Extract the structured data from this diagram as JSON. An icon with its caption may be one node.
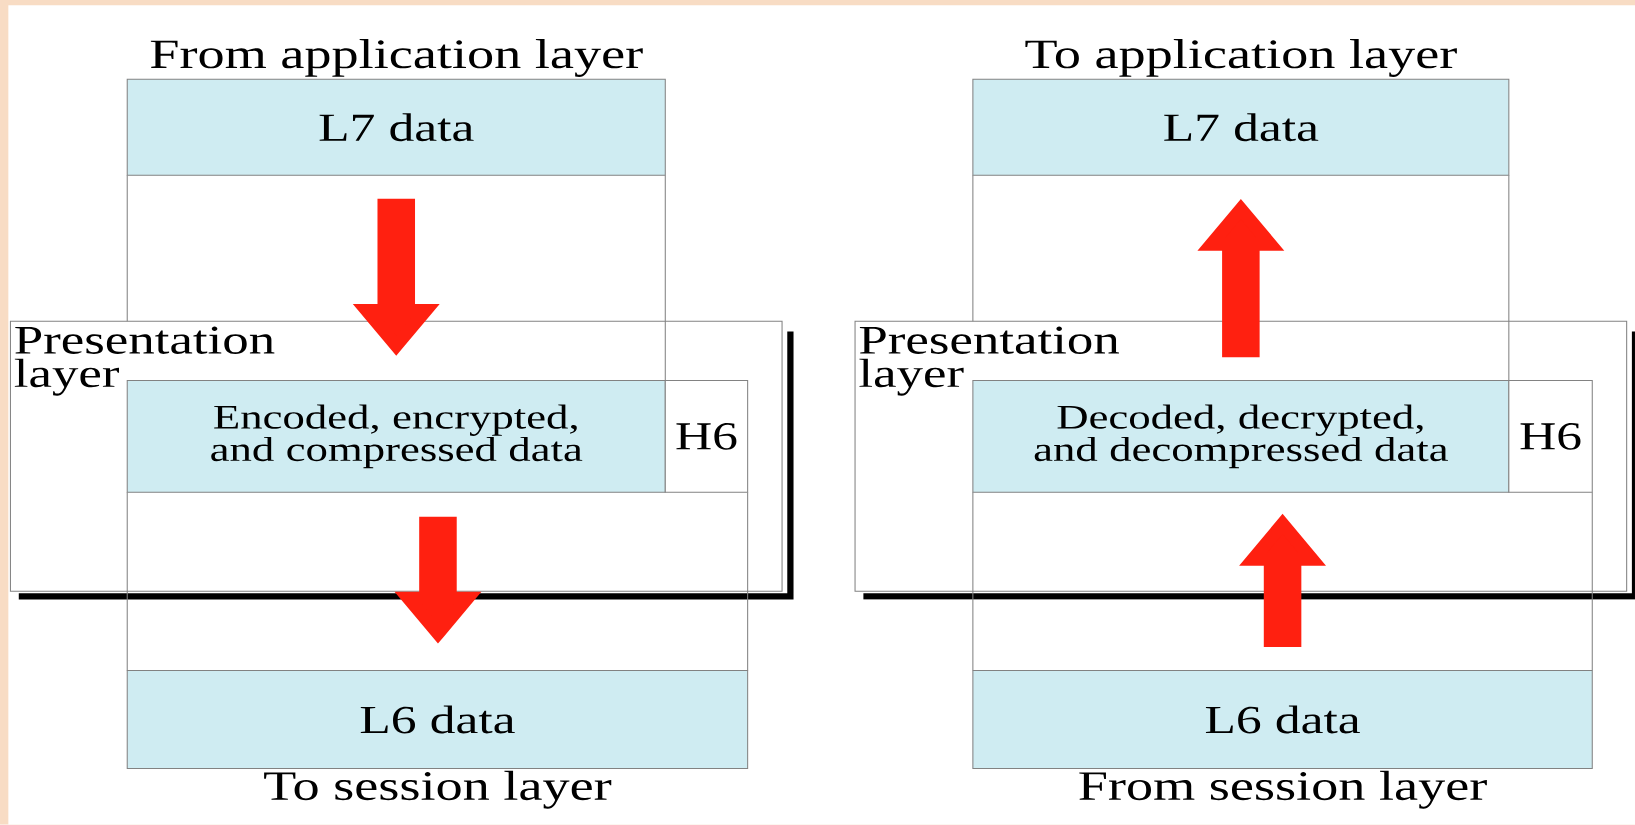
{
  "diagram": {
    "nodes": [
      {
        "text": [
          "L7 data"
        ],
        "beside": [
          "From application layer"
        ]
      },
      {
        "text": [
          "Presentation layer"
        ]
      },
      {
        "text": [
          "Encoded, encrypted, and compressed data"
        ],
        "in": 1
      },
      {
        "text": [
          "H6"
        ],
        "in": 1
      },
      {
        "text": [
          "L6 data"
        ],
        "beside": [
          "To session layer"
        ]
      },
      {
        "text": [
          "L7 data"
        ],
        "beside": [
          "To application layer"
        ]
      },
      {
        "text": [
          "Presentation layer"
        ]
      },
      {
        "text": [
          "Decoded, decrypted, and decompressed data"
        ],
        "in": 6
      },
      {
        "text": [
          "H6"
        ],
        "in": 6
      },
      {
        "text": [
          "L6 data"
        ],
        "beside": [
          "From session layer"
        ]
      }
    ],
    "edges": [
      {
        "from": 0,
        "to": 2,
        "arrow": "to"
      },
      {
        "from": 2,
        "to": 4,
        "arrow": "to"
      },
      {
        "from": 9,
        "to": 7,
        "arrow": "to"
      },
      {
        "from": 7,
        "to": 5,
        "arrow": "to"
      }
    ]
  }
}
